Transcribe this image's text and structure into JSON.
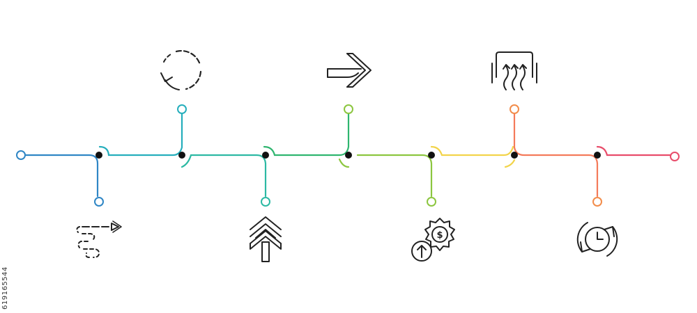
{
  "stock_id": "619165544",
  "colors": {
    "blue": "#2f86c5",
    "cyan": "#25aebc",
    "teal": "#2cb9a3",
    "green": "#2fb56f",
    "lime": "#8cc63f",
    "yellow": "#f2d44a",
    "orange": "#f28c4a",
    "coral": "#f47a5a",
    "pink": "#e84c6a",
    "node": "#111111",
    "icon": "#222222"
  },
  "timeline": {
    "steps": 7,
    "icons": [
      {
        "name": "dashed-path-arrow-icon",
        "position": "below"
      },
      {
        "name": "dashed-circular-arrow-icon",
        "position": "above"
      },
      {
        "name": "stacked-arrows-up-icon",
        "position": "below"
      },
      {
        "name": "arrow-right-icon",
        "position": "above"
      },
      {
        "name": "dollar-badge-increase-icon",
        "position": "below"
      },
      {
        "name": "heat-rising-frame-icon",
        "position": "above"
      },
      {
        "name": "clock-refresh-icon",
        "position": "below"
      }
    ]
  }
}
